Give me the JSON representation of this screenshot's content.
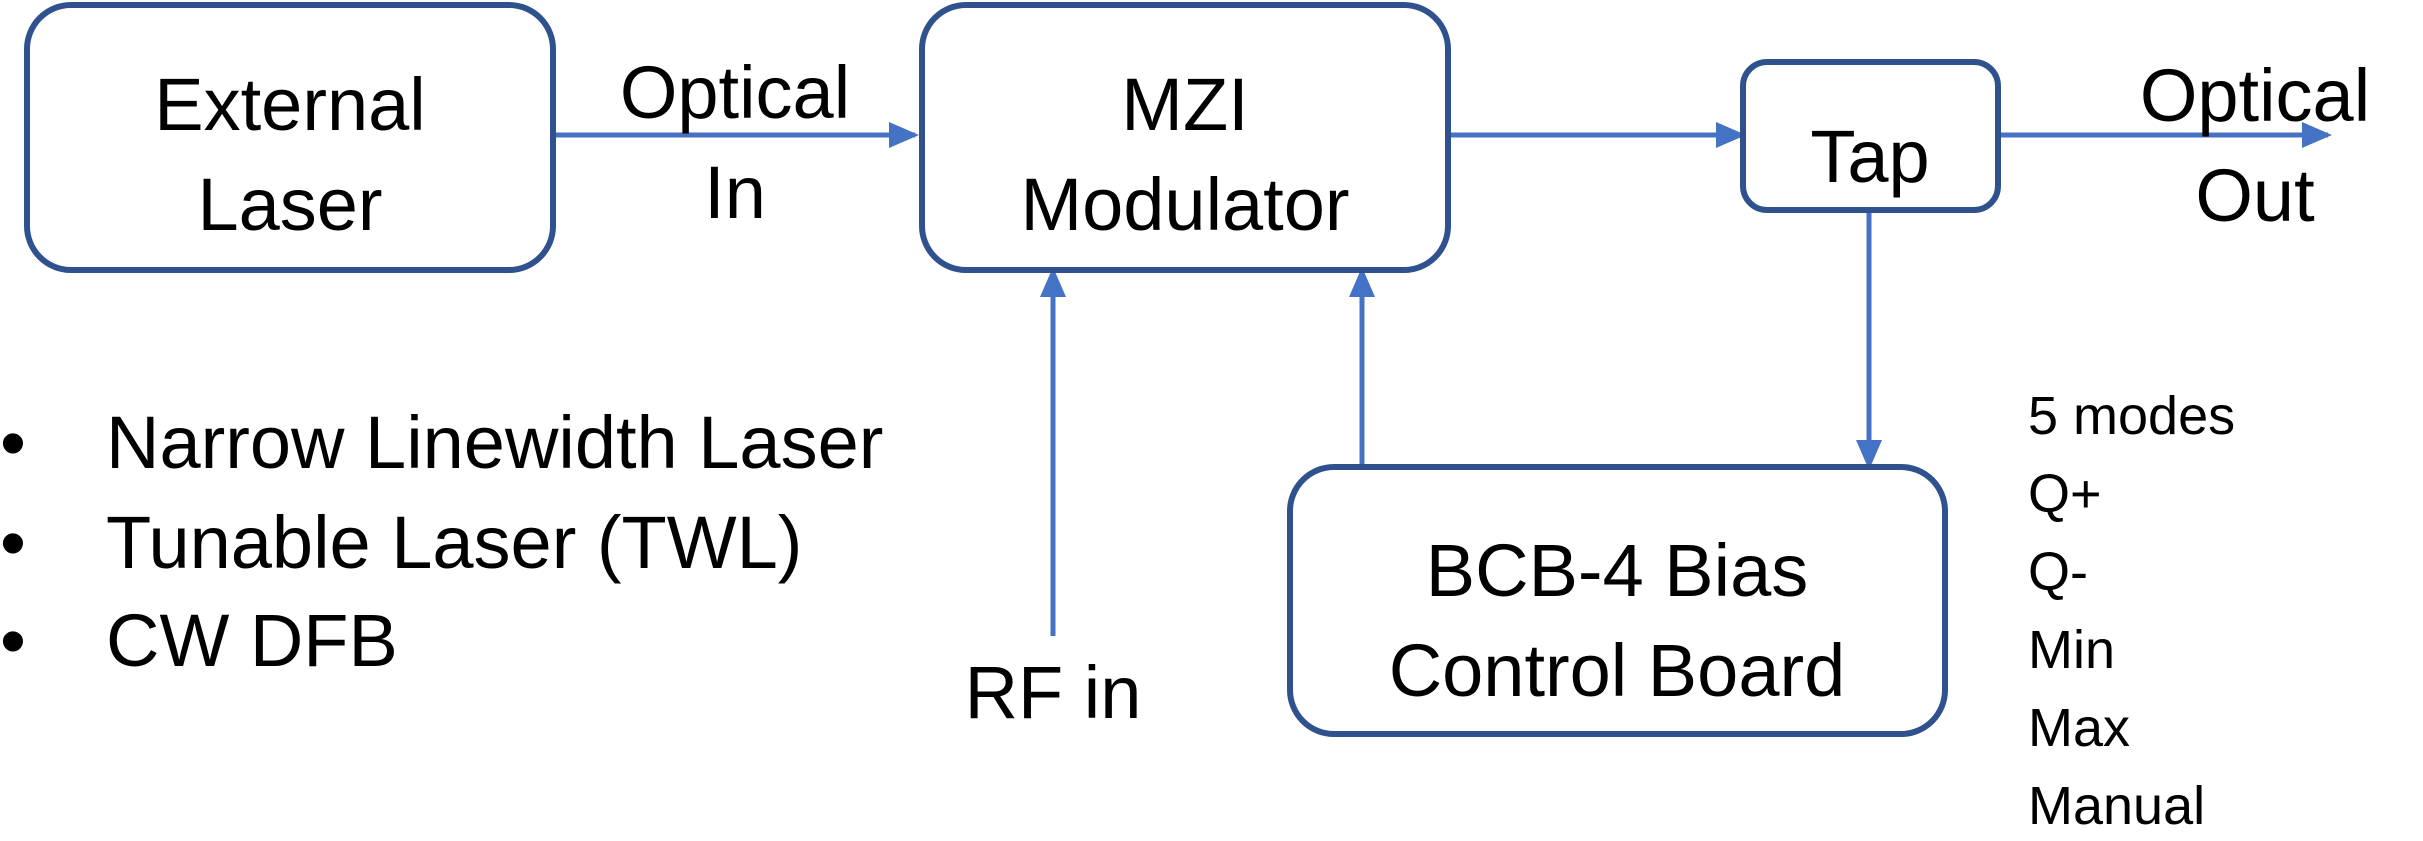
{
  "colors": {
    "box_stroke": "#2F528F",
    "arrow": "#4472C4",
    "text": "#000000",
    "background": "#FFFFFF"
  },
  "boxes": {
    "external_laser": {
      "line1": "External",
      "line2": "Laser"
    },
    "mzi_modulator": {
      "line1": "MZI",
      "line2": "Modulator"
    },
    "tap": {
      "label": "Tap"
    },
    "bias_board": {
      "line1": "BCB-4 Bias",
      "line2": "Control Board"
    }
  },
  "labels": {
    "optical_in": {
      "line1": "Optical",
      "line2": "In"
    },
    "optical_out": {
      "line1": "Optical",
      "line2": "Out"
    },
    "rf_in": "RF in"
  },
  "laser_options": {
    "bullet": "•",
    "items": [
      "Narrow Linewidth Laser",
      "Tunable Laser (TWL)",
      "CW DFB"
    ]
  },
  "modes": {
    "title": "5 modes",
    "items": [
      "Q+",
      "Q-",
      "Min",
      "Max",
      "Manual"
    ]
  }
}
